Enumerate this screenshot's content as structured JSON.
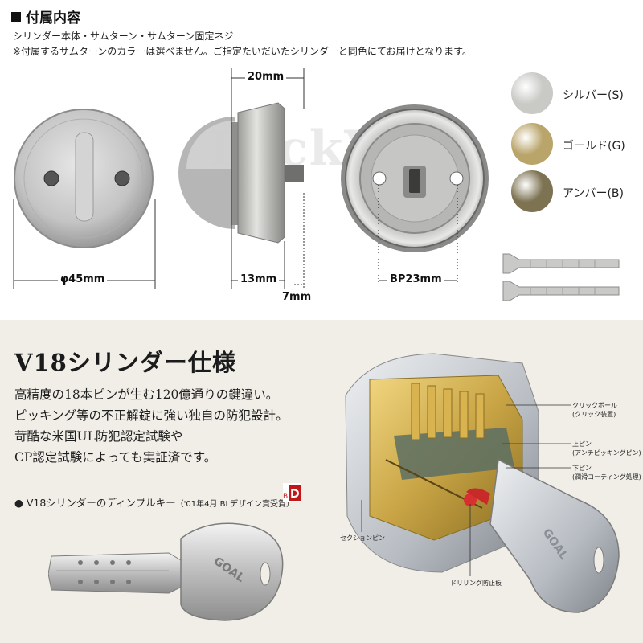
{
  "header": {
    "title": "付属内容",
    "line1": "シリンダー本体・サムターン・サムターン固定ネジ",
    "line2": "※付属するサムターンのカラーは選べません。ご指定たいだいたシリンダーと同色にてお届けとなります。"
  },
  "dimensions": {
    "diameter": "φ45mm",
    "depth_top": "20mm",
    "depth_bottom": "13mm",
    "shaft": "7mm",
    "backset": "BP23mm"
  },
  "watermark": "LockYaDo",
  "colors": [
    {
      "label": "シルバー(S)",
      "color": "#c9c9c6"
    },
    {
      "label": "ゴールド(G)",
      "color": "#b9a46a"
    },
    {
      "label": "アンバー(B)",
      "color": "#7d7353"
    }
  ],
  "spec": {
    "title": "V18シリンダー仕様",
    "lines": [
      "高精度の18本ピンが生む120億通りの鍵違い。",
      "ピッキング等の不正解錠に強い独自の防犯設計。",
      "苛酷な米国UL防犯認定試験や",
      "CP認定試験によっても実証済です。"
    ]
  },
  "key_caption": {
    "text": "● V18シリンダーのディンプルキー",
    "note": "（'01年4月 BLデザイン賞受賞）",
    "badge": "BD"
  },
  "key_brand": "GOAL",
  "callouts": {
    "click_ball": [
      "クリックボール",
      "(クリック装置)"
    ],
    "upper_pin": [
      "上ピン",
      "(アンチピッキングピン)"
    ],
    "lower_pin": [
      "下ピン",
      "(潤滑コーティング処理)"
    ],
    "section_pin": [
      "セクションピン"
    ],
    "drill_plate": [
      "ドリリング防止板"
    ]
  }
}
